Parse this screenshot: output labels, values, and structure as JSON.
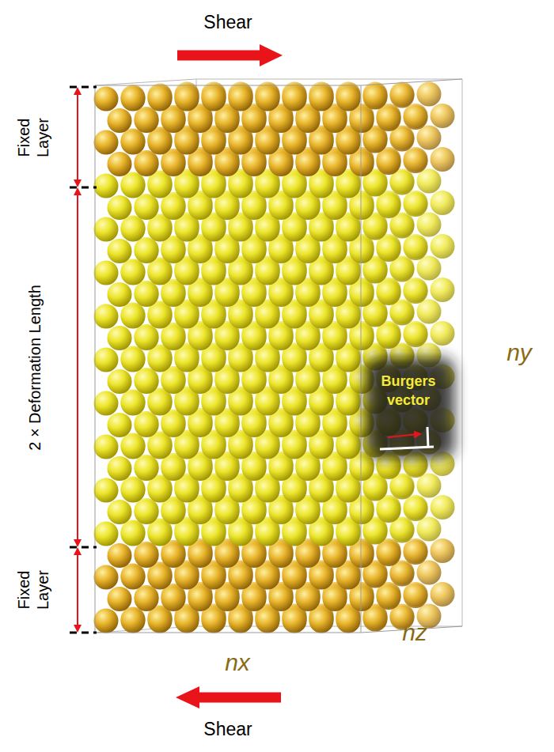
{
  "diagram": {
    "labels": [
      "Shear",
      "Fixed Layer",
      "2 × Deformation Length",
      "Fixed Layer",
      "Burgers vector",
      "ny",
      "nz",
      "nx",
      "Shear"
    ]
  }
}
